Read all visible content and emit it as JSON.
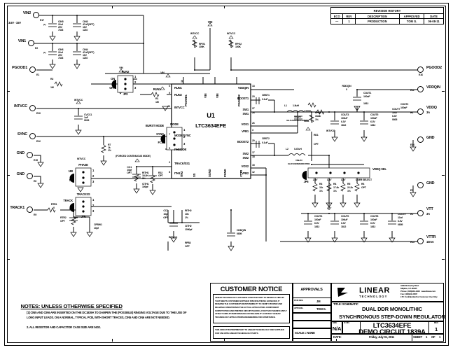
{
  "sheet": {
    "title_block": {
      "company": "LINEAR",
      "company_sub": "TECHNOLOGY",
      "address1": "1630 McCarthy Blvd.",
      "address2": "Milpitas, CA 95035",
      "phone": "Phone: (408)432-1900   www.linear.com",
      "fax": "Fax: (408)434-0507",
      "confidential": "LTC Confidential-For Customer Use Only",
      "title_label": "TITLE: SCHEMATIC",
      "title_line1": "DUAL DDR MONOLITHIC",
      "title_line2": "SYNCHRONOUS STEP-DOWN REGULATOR",
      "size_label": "SIZE",
      "size_value": "N/A",
      "icno_label": "IC NO.",
      "part_number": "LTC3634EFE",
      "demo_circuit": "DEMO CIRCUIT 1839A",
      "rev_label": "REV.",
      "rev_value": "1",
      "date_label": "DATE:",
      "date_value": "Friday, July 01, 2011",
      "sheet_label": "SHEET",
      "sheet_num": "1",
      "of_label": "OF",
      "sheet_total": "1",
      "scale_label": "SCALE = NONE",
      "approvals_label": "APPROVALS",
      "approval_rows": [
        {
          "role": "PCB DES.",
          "name": "JM"
        },
        {
          "role": "APP ENG.",
          "name": "TOM G."
        }
      ]
    },
    "revision_history": {
      "title": "REVISION HISTORY",
      "headers": [
        "ECO",
        "REV",
        "DESCRIPTION",
        "APPROVED",
        "DATE"
      ],
      "rows": [
        {
          "eco": "—",
          "rev": "1",
          "description": "PRODUCTION",
          "approved": "TOM G.",
          "date": "06-08-11"
        }
      ]
    },
    "customer_notice": {
      "title": "CUSTOMER NOTICE",
      "body": "LINEAR TECHNOLOGY HAS MADE A BEST EFFORT TO DESIGN A CIRCUIT THAT MEETS CUSTOMER-SUPPLIED SPECIFICATIONS; HOWEVER, IT REMAINS THE CUSTOMER'S RESPONSIBILITY TO VERIFY PROPER AND RELIABLE OPERATION IN THE ACTUAL APPLICATION.  COMPONENT SUBSTITUTION AND PRINTED CIRCUIT BOARD LAYOUT MAY SIGNIFICANTLY AFFECT CIRCUIT PERFORMANCE OR RELIABILITY.  CONTACT LINEAR TECHNOLOGY APPLICATIONS ENGINEERING FOR ASSISTANCE.",
      "footer": "THIS CIRCUIT IS PROPRIETARY TO LINEAR TECHNOLOGY AND SUPPLIED FOR USE WITH LINEAR TECHNOLOGY PARTS."
    },
    "notes": {
      "heading": "NOTES: UNLESS OTHERWISE SPECIFIED",
      "items": [
        "[1]   CIN5 AND CIN6 ARE INSERTED ON THE DC1839A TO DAMPEN THE (POSSIBLE) RINGING VOLTAGE DUE TO THE USE OF LONG INPUT LEADS.  ON A NORMAL, TYPICAL PCB, WITH SHORT TRACES, CIN5 AND CIN6 ARE NOT NEEDED.",
        "2.   ALL RESISTOR AND CAPACITOR CASE SIZE ARE 0402."
      ]
    }
  },
  "ic": {
    "refdes": "U1",
    "part": "LTC3634EFE",
    "pins_left": [
      {
        "num": "6",
        "name": "RUN1"
      },
      {
        "num": "9",
        "name": "RUN2"
      },
      {
        "num": "22",
        "name": "INTVCC"
      },
      {
        "num": "7",
        "name": "MODE/SYNC"
      },
      {
        "num": "5",
        "name": "PHMODE"
      },
      {
        "num": "2",
        "name": "TRACK/SS1"
      },
      {
        "num": "8",
        "name": "ITH1"
      }
    ],
    "pins_right": [
      {
        "num": "13",
        "name": "VDDQIN"
      },
      {
        "num": "23",
        "name": "BOOST1"
      },
      {
        "num": "27",
        "name": "SW1"
      },
      {
        "num": "28",
        "name": "SW1"
      },
      {
        "num": "26",
        "name": "VOS1"
      },
      {
        "num": "3",
        "name": "VFB1"
      },
      {
        "num": "20",
        "name": "BOOST2"
      },
      {
        "num": "17",
        "name": "SW2"
      },
      {
        "num": "18",
        "name": "SW2"
      },
      {
        "num": "15",
        "name": "VOS2"
      },
      {
        "num": "12",
        "name": "VFB2"
      }
    ],
    "pins_top": [
      {
        "num": "14",
        "name": "PGOOD1"
      },
      {
        "num": "",
        "name": "VIN"
      },
      {
        "num": "",
        "name": "VIN"
      },
      {
        "num": "11",
        "name": "PGOOD2"
      }
    ],
    "pins_bottom": [
      {
        "num": "",
        "name": "ITH2"
      },
      {
        "num": "",
        "name": "SS"
      },
      {
        "num": "",
        "name": "SGND"
      },
      {
        "num": "",
        "name": "PGND"
      },
      {
        "num": "",
        "name": "VTTR"
      }
    ]
  },
  "terminals": [
    {
      "id": "E17",
      "label": "VIN2",
      "note": "3.6V - 15V"
    },
    {
      "id": "E2",
      "label": "VIN1",
      "note": ""
    },
    {
      "id": "E1",
      "label": "PGOOD1",
      "note": ""
    },
    {
      "id": "E10",
      "label": "INTVCC",
      "note": ""
    },
    {
      "id": "E12",
      "label": "SYNC",
      "note": ""
    },
    {
      "id": "E15",
      "label": "GND",
      "note": ""
    },
    {
      "id": "E6",
      "label": "GND",
      "note": ""
    },
    {
      "id": "E9",
      "label": "TRACK1",
      "note": ""
    },
    {
      "id": "E16",
      "label": "PGOOD2",
      "note": ""
    },
    {
      "id": "E11",
      "label": "VDDQIN",
      "note": ""
    },
    {
      "id": "E4",
      "label": "VDDQ",
      "note": "3A"
    },
    {
      "id": "E14",
      "label": "GND",
      "note": ""
    },
    {
      "id": "E7",
      "label": "GND",
      "note": ""
    },
    {
      "id": "E5",
      "label": "VTT",
      "note": "3A"
    },
    {
      "id": "E13",
      "label": "VTTR",
      "note": "10mA"
    }
  ],
  "components": {
    "input_caps": [
      {
        "ref": "CIN5",
        "val": "22uf",
        "v": "25V",
        "case": "7343",
        "note": "[1]"
      },
      {
        "ref": "CIN3",
        "val": "47uF(OPT)",
        "v": "16V",
        "case": "1210",
        "note": ""
      },
      {
        "ref": "CIN6",
        "val": "22uf",
        "v": "25V",
        "case": "7343",
        "note": "[1]"
      },
      {
        "ref": "CIN4",
        "val": "47uF(OPT)",
        "v": "16V",
        "case": "1210",
        "note": ""
      },
      {
        "ref": "CIN1",
        "val": "47uF",
        "v": "16V",
        "case": "1210",
        "note": ""
      },
      {
        "ref": "CIN2",
        "val": "47uF",
        "v": "16V",
        "case": "1210",
        "note": ""
      }
    ],
    "resistors": [
      {
        "ref": "RPG1",
        "val": "100K"
      },
      {
        "ref": "RPG2",
        "val": "100K"
      },
      {
        "ref": "R2",
        "val": "1M"
      },
      {
        "ref": "R1",
        "val": "1M"
      },
      {
        "ref": "R7",
        "val": "1k",
        "tol": "1%"
      },
      {
        "ref": "RTR1",
        "val": "0"
      },
      {
        "ref": "RTR2",
        "val": "OPT"
      },
      {
        "ref": "RITH1",
        "val": "18.2K",
        "tol": "1%"
      },
      {
        "ref": "R22",
        "val": "OPT"
      },
      {
        "ref": "RITH2",
        "val": "10k",
        "tol": "1%"
      },
      {
        "ref": "RFB1",
        "val": "34.8k",
        "tol": "1%"
      },
      {
        "ref": "RD1",
        "val": "OPT"
      },
      {
        "ref": "RDDQIN",
        "val": "0"
      },
      {
        "ref": "R3",
        "val": "11k",
        "tol": "1%",
        "sel": "2.5V"
      },
      {
        "ref": "R4",
        "val": "17.4k",
        "tol": "1%",
        "sel": "1.8V"
      },
      {
        "ref": "R5",
        "val": "22.2k",
        "tol": "1%",
        "sel": "1.5V"
      },
      {
        "ref": "R6",
        "val": "OPT",
        "sel": "USER SELECT"
      },
      {
        "ref": "RFB2",
        "val": "OPT"
      }
    ],
    "caps": [
      {
        "ref": "CVCC1",
        "val": "1uF",
        "case": "0603"
      },
      {
        "ref": "CC1",
        "val": "10pf",
        "note": "OPT"
      },
      {
        "ref": "CITH1",
        "val": "100pf"
      },
      {
        "ref": "CC2",
        "val": "10pf",
        "note": "OPT"
      },
      {
        "ref": "CITH2",
        "val": "1000pf"
      },
      {
        "ref": "CTR1",
        "val": "1000pf"
      },
      {
        "ref": "CTTR1",
        "val": "0603"
      },
      {
        "ref": "CBST1",
        "val": "0.1uF"
      },
      {
        "ref": "CBST2",
        "val": "0.1uF"
      },
      {
        "ref": "CFBW1",
        "val": "10pf"
      },
      {
        "ref": "CDDQIN",
        "val": "10uf",
        "note": "OPT",
        "case": "0805"
      },
      {
        "ref": "COUT1",
        "val": "100uF",
        "v": "6.3V",
        "case": "1812"
      },
      {
        "ref": "COUT3",
        "val": "100uF",
        "v": "6.3V",
        "case": "1812"
      },
      {
        "ref": "COUT5",
        "val": "100uF",
        "v": "6.3V",
        "case": "1812",
        "note": "OPT"
      },
      {
        "ref": "COUT7",
        "val": "10uf",
        "v": "6.3V",
        "case": "0805"
      },
      {
        "ref": "COUT2",
        "val": "100uF",
        "v": "6.3V",
        "case": "1812"
      },
      {
        "ref": "COUT4",
        "val": "100uF",
        "v": "6.3V",
        "case": "1812"
      },
      {
        "ref": "COUT6",
        "val": "100uF",
        "v": "6.3V",
        "case": "1812"
      },
      {
        "ref": "COUT8",
        "val": "100uF",
        "v": "6.3V",
        "case": "1812",
        "note": "OPT"
      },
      {
        "ref": "COUT9",
        "val": "10uf",
        "v": "6.3V",
        "case": "0805"
      }
    ],
    "inductors": [
      {
        "ref": "L1",
        "val": "1.5uH",
        "mfr": "VISHAY",
        "pn": "IHLP-2020BZER1R5M01"
      },
      {
        "ref": "L2",
        "val": "0.47uH",
        "mfr": "VISHAY",
        "pn": "IHLP-2020BZERR47M01"
      }
    ],
    "jumpers": [
      {
        "ref": "JP2",
        "name": "RUN2",
        "pins": [
          "1",
          "2",
          "3"
        ],
        "pos_on": "ON",
        "pos_off": "OFF",
        "net": "VIN"
      },
      {
        "ref": "JP1",
        "name": "RUN1",
        "pins": [
          "1",
          "2",
          "3"
        ],
        "pos_on": "ON",
        "pos_off": "OFF",
        "net": "VIN"
      },
      {
        "ref": "JP3",
        "name": "MODE",
        "pins": [
          "1",
          "2",
          "3"
        ],
        "opt1": "BURST MODE",
        "opt2": "SYNC",
        "opt3": "FCM",
        "footnote": "(FORCED CONTINUOUS MODE)"
      },
      {
        "ref": "JP4",
        "name": "PHASE",
        "pins": [
          "1",
          "2",
          "3"
        ],
        "opt1": "180",
        "opt2": "NF",
        "net": "INTVCC"
      },
      {
        "ref": "JP5",
        "name": "TRACKSS",
        "pins": [
          "1",
          "2",
          "3"
        ],
        "opt1": "TRACK",
        "opt2": "SS"
      },
      {
        "ref": "JP6",
        "name": "VDDQ SEL",
        "pins": [
          "1",
          "2",
          "3",
          "4"
        ]
      }
    ]
  }
}
